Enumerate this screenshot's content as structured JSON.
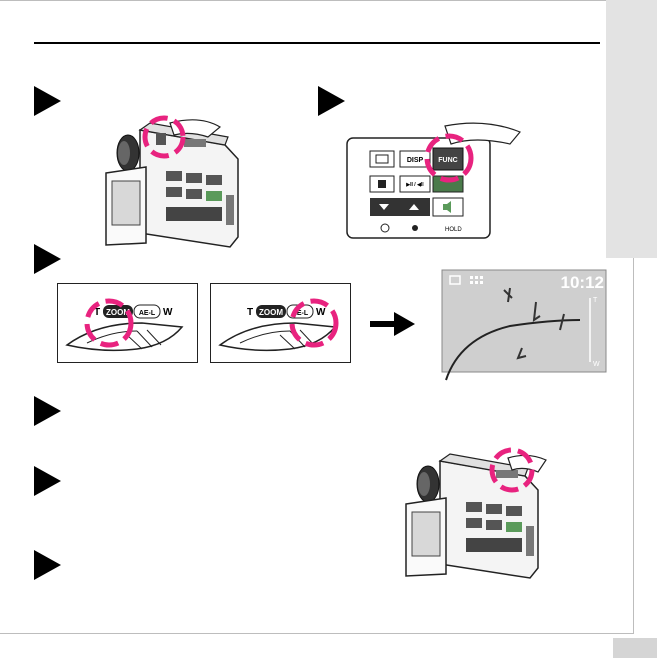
{
  "zoom_labels": {
    "tele": "T",
    "zoom": "ZOOM",
    "ael": "AE-L",
    "wide": "W"
  },
  "panel_buttons": {
    "disp": "DISP",
    "func": "FUNC",
    "play": "▶II / ◀II"
  },
  "lcd": {
    "time": "10:12",
    "tele_mark": "T",
    "wide_mark": "W"
  },
  "icons": [
    "step-arrow-icon",
    "camcorder-icon",
    "finger-icon",
    "highlight-ring-icon",
    "zoom-lever-icon",
    "right-arrow-icon"
  ],
  "colors": {
    "highlight": "#e8237f",
    "lcd_bg": "#cfcfcf",
    "tab_bg": "#e3e3e3"
  },
  "page_number": ""
}
